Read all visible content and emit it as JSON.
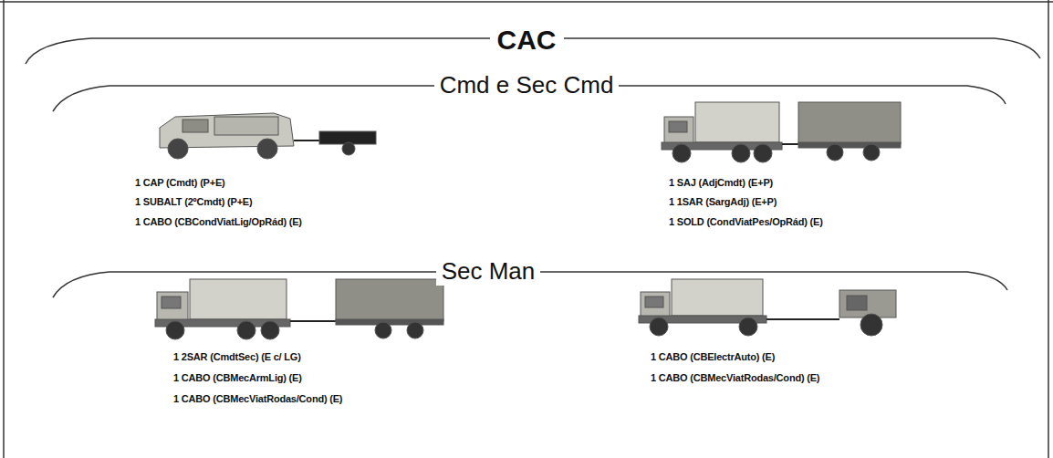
{
  "diagram": {
    "title": "CAC",
    "labels": [
      "Cmd e Sec Cmd",
      "1 CAP (Cmdt) (P+E)",
      "1 SUBALT (2ºCmdt) (P+E)",
      "1 CABO (CBCondViatLig/OpRád) (E)",
      "1 SAJ (AdjCmdt) (E+P)",
      "1 1SAR (SargAdj) (E+P)",
      "1 SOLD (CondViatPes/OpRád) (E)",
      "Sec Man",
      "1 2SAR (CmdtSec) (E c/ LG)",
      "1 CABO (CBMecArmLig) (E)",
      "1 CABO (CBMecViatRodas/Cond) (E)",
      "1 CABO (CBElectrAuto) (E)",
      "1 CABO (CBMecViatRodas/Cond) (E)"
    ]
  }
}
